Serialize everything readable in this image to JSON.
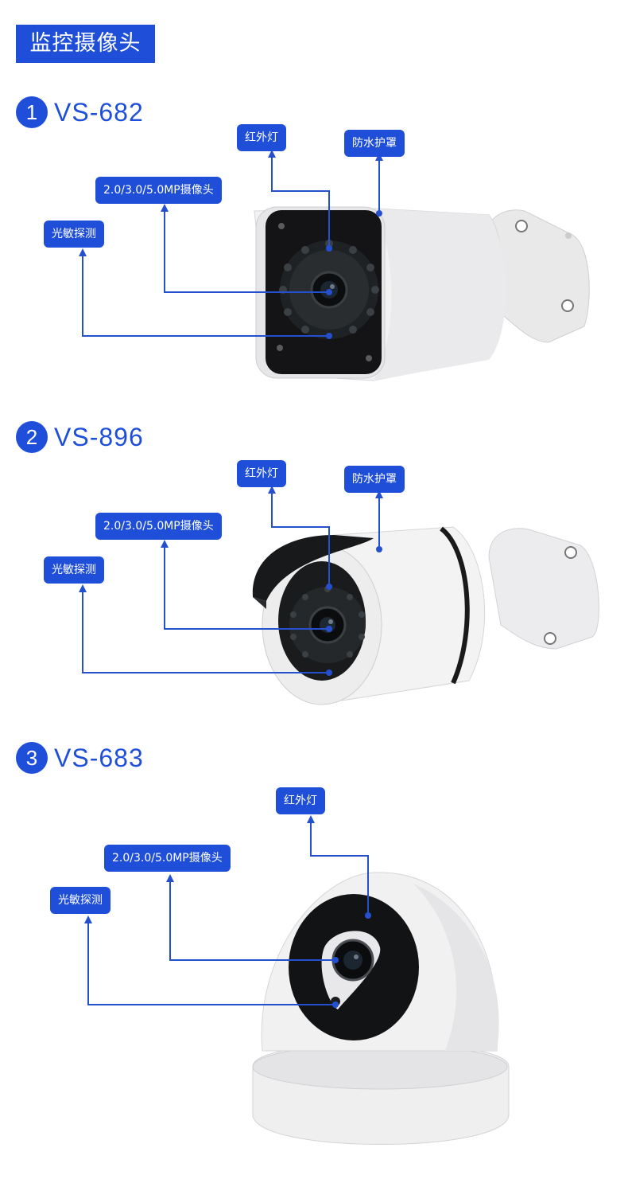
{
  "header": {
    "title": "监控摄像头"
  },
  "products": [
    {
      "number": "1",
      "model": "VS-682",
      "labels": {
        "ir": "红外灯",
        "shield": "防水护罩",
        "lens": "2.0/3.0/5.0MP摄像头",
        "sensor": "光敏探测"
      }
    },
    {
      "number": "2",
      "model": "VS-896",
      "labels": {
        "ir": "红外灯",
        "shield": "防水护罩",
        "lens": "2.0/3.0/5.0MP摄像头",
        "sensor": "光敏探测"
      }
    },
    {
      "number": "3",
      "model": "VS-683",
      "labels": {
        "ir": "红外灯",
        "lens": "2.0/3.0/5.0MP摄像头",
        "sensor": "光敏探测"
      }
    }
  ],
  "colors": {
    "accent": "#1f4fd8",
    "line": "#2450cf"
  }
}
